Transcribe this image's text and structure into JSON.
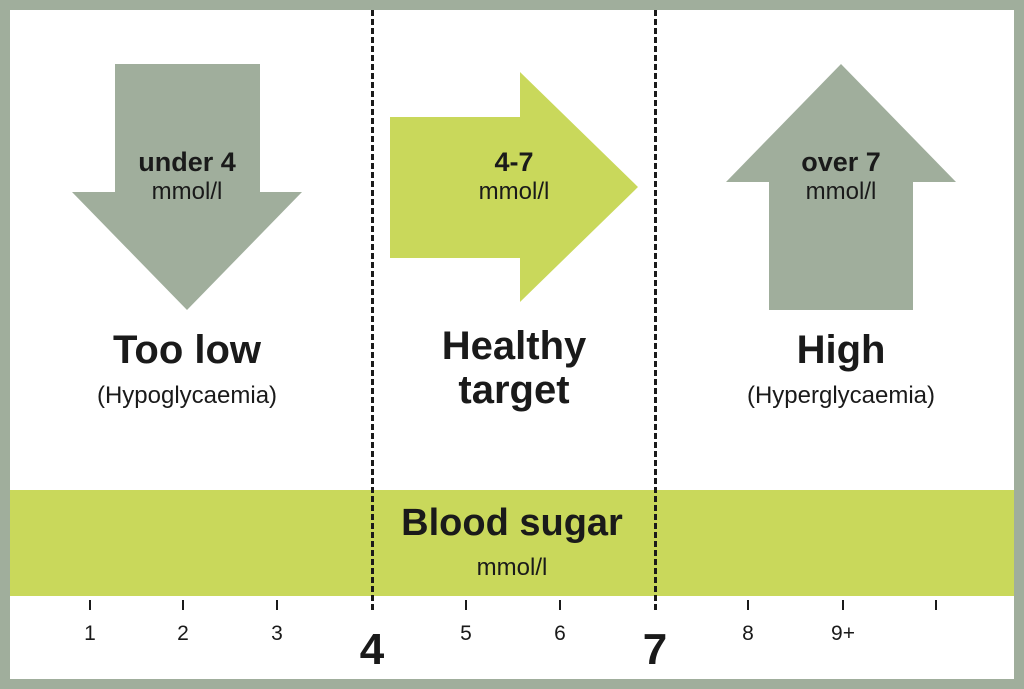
{
  "colors": {
    "frame": "#a0ae9c",
    "grey_arrow": "#a0ae9c",
    "green": "#c9d85b",
    "text": "#1a1a1a"
  },
  "zones": {
    "low": {
      "range": "under 4",
      "unit": "mmol/l",
      "title": "Too low",
      "subtitle": "(Hypoglycaemia)",
      "arrow": "down-arrow"
    },
    "target": {
      "range": "4-7",
      "unit": "mmol/l",
      "title_line1": "Healthy",
      "title_line2": "target",
      "arrow": "right-arrow"
    },
    "high": {
      "range": "over 7",
      "unit": "mmol/l",
      "title": "High",
      "subtitle": "(Hyperglycaemia)",
      "arrow": "up-arrow"
    }
  },
  "band": {
    "title": "Blood sugar",
    "unit": "mmol/l"
  },
  "scale": {
    "ticks": [
      "1",
      "2",
      "3",
      "4",
      "5",
      "6",
      "7",
      "8",
      "9+"
    ],
    "major": [
      "4",
      "7"
    ]
  }
}
